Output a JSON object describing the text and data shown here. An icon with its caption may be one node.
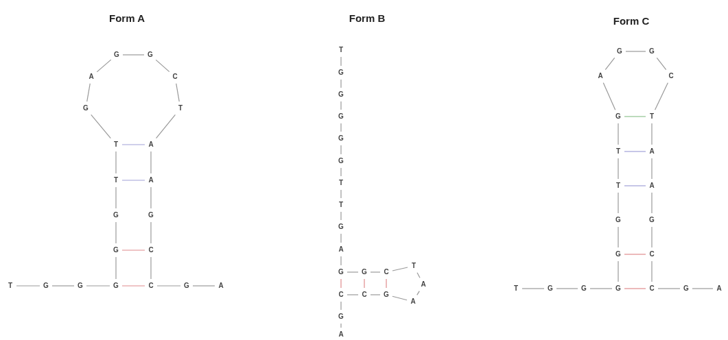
{
  "diagram": {
    "nodes": [
      {
        "text": [
          "T"
        ]
      },
      {
        "text": [
          "G"
        ]
      },
      {
        "text": [
          "G"
        ]
      },
      {
        "text": [
          "G"
        ]
      },
      {
        "text": [
          "G"
        ]
      },
      {
        "text": [
          "G"
        ]
      },
      {
        "text": [
          "T"
        ]
      },
      {
        "text": [
          "T"
        ]
      },
      {
        "text": [
          "G"
        ]
      },
      {
        "text": [
          "A"
        ]
      },
      {
        "text": [
          "G"
        ]
      },
      {
        "text": [
          "G"
        ]
      },
      {
        "text": [
          "C"
        ]
      },
      {
        "text": [
          "T"
        ]
      },
      {
        "text": [
          "A"
        ]
      },
      {
        "text": [
          "A"
        ]
      },
      {
        "text": [
          "G"
        ]
      },
      {
        "text": [
          "C"
        ]
      },
      {
        "text": [
          "C"
        ]
      },
      {
        "text": [
          "G"
        ]
      },
      {
        "text": [
          "A"
        ]
      },
      {
        "text": [
          "T"
        ]
      },
      {
        "text": [
          "G"
        ]
      },
      {
        "text": [
          "G"
        ]
      },
      {
        "text": [
          "G"
        ]
      },
      {
        "text": [
          "G"
        ]
      },
      {
        "text": [
          "G"
        ]
      },
      {
        "text": [
          "T"
        ]
      },
      {
        "text": [
          "T"
        ]
      },
      {
        "text": [
          "G"
        ]
      },
      {
        "text": [
          "A"
        ]
      },
      {
        "text": [
          "G"
        ]
      },
      {
        "text": [
          "G"
        ]
      },
      {
        "text": [
          "C"
        ]
      },
      {
        "text": [
          "T"
        ]
      },
      {
        "text": [
          "A"
        ]
      },
      {
        "text": [
          "A"
        ]
      },
      {
        "text": [
          "G"
        ]
      },
      {
        "text": [
          "C"
        ]
      },
      {
        "text": [
          "C"
        ]
      },
      {
        "text": [
          "G"
        ]
      },
      {
        "text": [
          "A"
        ]
      },
      {
        "text": [
          "T"
        ]
      },
      {
        "text": [
          "G"
        ]
      },
      {
        "text": [
          "G"
        ]
      },
      {
        "text": [
          "G"
        ]
      },
      {
        "text": [
          "G"
        ]
      },
      {
        "text": [
          "G"
        ]
      },
      {
        "text": [
          "T"
        ]
      },
      {
        "text": [
          "T"
        ]
      },
      {
        "text": [
          "G"
        ]
      },
      {
        "text": [
          "A"
        ]
      },
      {
        "text": [
          "G"
        ]
      },
      {
        "text": [
          "G"
        ]
      },
      {
        "text": [
          "C"
        ]
      },
      {
        "text": [
          "T"
        ]
      },
      {
        "text": [
          "A"
        ]
      },
      {
        "text": [
          "A"
        ]
      },
      {
        "text": [
          "G"
        ]
      },
      {
        "text": [
          "C"
        ]
      },
      {
        "text": [
          "C"
        ]
      },
      {
        "text": [
          "G"
        ]
      },
      {
        "text": [
          "A"
        ]
      }
    ],
    "edges": [
      {
        "from": 0,
        "to": 1,
        "arrow": "none"
      },
      {
        "from": 1,
        "to": 2,
        "arrow": "none"
      },
      {
        "from": 2,
        "to": 3,
        "arrow": "none"
      },
      {
        "from": 3,
        "to": 4,
        "arrow": "none"
      },
      {
        "from": 4,
        "to": 5,
        "arrow": "none"
      },
      {
        "from": 5,
        "to": 6,
        "arrow": "none"
      },
      {
        "from": 6,
        "to": 7,
        "arrow": "none"
      },
      {
        "from": 7,
        "to": 8,
        "arrow": "none"
      },
      {
        "from": 8,
        "to": 9,
        "arrow": "none"
      },
      {
        "from": 9,
        "to": 10,
        "arrow": "none"
      },
      {
        "from": 10,
        "to": 11,
        "arrow": "none"
      },
      {
        "from": 11,
        "to": 12,
        "arrow": "none"
      },
      {
        "from": 12,
        "to": 13,
        "arrow": "none"
      },
      {
        "from": 13,
        "to": 14,
        "arrow": "none"
      },
      {
        "from": 14,
        "to": 15,
        "arrow": "none"
      },
      {
        "from": 15,
        "to": 16,
        "arrow": "none"
      },
      {
        "from": 16,
        "to": 17,
        "arrow": "none"
      },
      {
        "from": 17,
        "to": 18,
        "arrow": "none"
      },
      {
        "from": 18,
        "to": 19,
        "arrow": "none"
      },
      {
        "from": 19,
        "to": 20,
        "arrow": "none"
      },
      {
        "from": 3,
        "to": 18,
        "arrow": "none",
        "color": "#e08a8c"
      },
      {
        "from": 4,
        "to": 17,
        "arrow": "none",
        "color": "#e08a8c"
      },
      {
        "from": 6,
        "to": 15,
        "arrow": "none",
        "color": "#a0a0d8"
      },
      {
        "from": 7,
        "to": 14,
        "arrow": "none",
        "color": "#a0a0d8"
      },
      {
        "from": 21,
        "to": 22,
        "arrow": "none"
      },
      {
        "from": 22,
        "to": 23,
        "arrow": "none"
      },
      {
        "from": 23,
        "to": 24,
        "arrow": "none"
      },
      {
        "from": 24,
        "to": 25,
        "arrow": "none"
      },
      {
        "from": 25,
        "to": 26,
        "arrow": "none"
      },
      {
        "from": 26,
        "to": 27,
        "arrow": "none"
      },
      {
        "from": 27,
        "to": 28,
        "arrow": "none"
      },
      {
        "from": 28,
        "to": 29,
        "arrow": "none"
      },
      {
        "from": 29,
        "to": 30,
        "arrow": "none"
      },
      {
        "from": 30,
        "to": 31,
        "arrow": "none"
      },
      {
        "from": 31,
        "to": 32,
        "arrow": "none"
      },
      {
        "from": 32,
        "to": 33,
        "arrow": "none"
      },
      {
        "from": 33,
        "to": 34,
        "arrow": "none"
      },
      {
        "from": 34,
        "to": 35,
        "arrow": "none"
      },
      {
        "from": 35,
        "to": 36,
        "arrow": "none"
      },
      {
        "from": 36,
        "to": 37,
        "arrow": "none"
      },
      {
        "from": 37,
        "to": 38,
        "arrow": "none"
      },
      {
        "from": 38,
        "to": 39,
        "arrow": "none"
      },
      {
        "from": 39,
        "to": 40,
        "arrow": "none"
      },
      {
        "from": 40,
        "to": 41,
        "arrow": "none"
      },
      {
        "from": 31,
        "to": 39,
        "arrow": "none",
        "color": "#e08a8c"
      },
      {
        "from": 32,
        "to": 38,
        "arrow": "none",
        "color": "#e08a8c"
      },
      {
        "from": 33,
        "to": 37,
        "arrow": "none",
        "color": "#e08a8c"
      },
      {
        "from": 42,
        "to": 43,
        "arrow": "none"
      },
      {
        "from": 43,
        "to": 44,
        "arrow": "none"
      },
      {
        "from": 44,
        "to": 45,
        "arrow": "none"
      },
      {
        "from": 45,
        "to": 46,
        "arrow": "none"
      },
      {
        "from": 46,
        "to": 47,
        "arrow": "none"
      },
      {
        "from": 47,
        "to": 48,
        "arrow": "none"
      },
      {
        "from": 48,
        "to": 49,
        "arrow": "none"
      },
      {
        "from": 49,
        "to": 50,
        "arrow": "none"
      },
      {
        "from": 50,
        "to": 51,
        "arrow": "none"
      },
      {
        "from": 51,
        "to": 52,
        "arrow": "none"
      },
      {
        "from": 52,
        "to": 53,
        "arrow": "none"
      },
      {
        "from": 53,
        "to": 54,
        "arrow": "none"
      },
      {
        "from": 54,
        "to": 55,
        "arrow": "none"
      },
      {
        "from": 55,
        "to": 56,
        "arrow": "none"
      },
      {
        "from": 56,
        "to": 57,
        "arrow": "none"
      },
      {
        "from": 57,
        "to": 58,
        "arrow": "none"
      },
      {
        "from": 58,
        "to": 59,
        "arrow": "none"
      },
      {
        "from": 59,
        "to": 60,
        "arrow": "none"
      },
      {
        "from": 60,
        "to": 61,
        "arrow": "none"
      },
      {
        "from": 61,
        "to": 62,
        "arrow": "none"
      },
      {
        "from": 45,
        "to": 60,
        "arrow": "none",
        "color": "#e08a8c"
      },
      {
        "from": 46,
        "to": 59,
        "arrow": "none",
        "color": "#e08a8c"
      },
      {
        "from": 48,
        "to": 57,
        "arrow": "none",
        "color": "#a0a0d8"
      },
      {
        "from": 49,
        "to": 56,
        "arrow": "none",
        "color": "#a0a0d8"
      },
      {
        "from": 50,
        "to": 55,
        "arrow": "none",
        "color": "#90c490"
      }
    ],
    "labels": [
      "Form A",
      "Form B",
      "Form C"
    ]
  }
}
